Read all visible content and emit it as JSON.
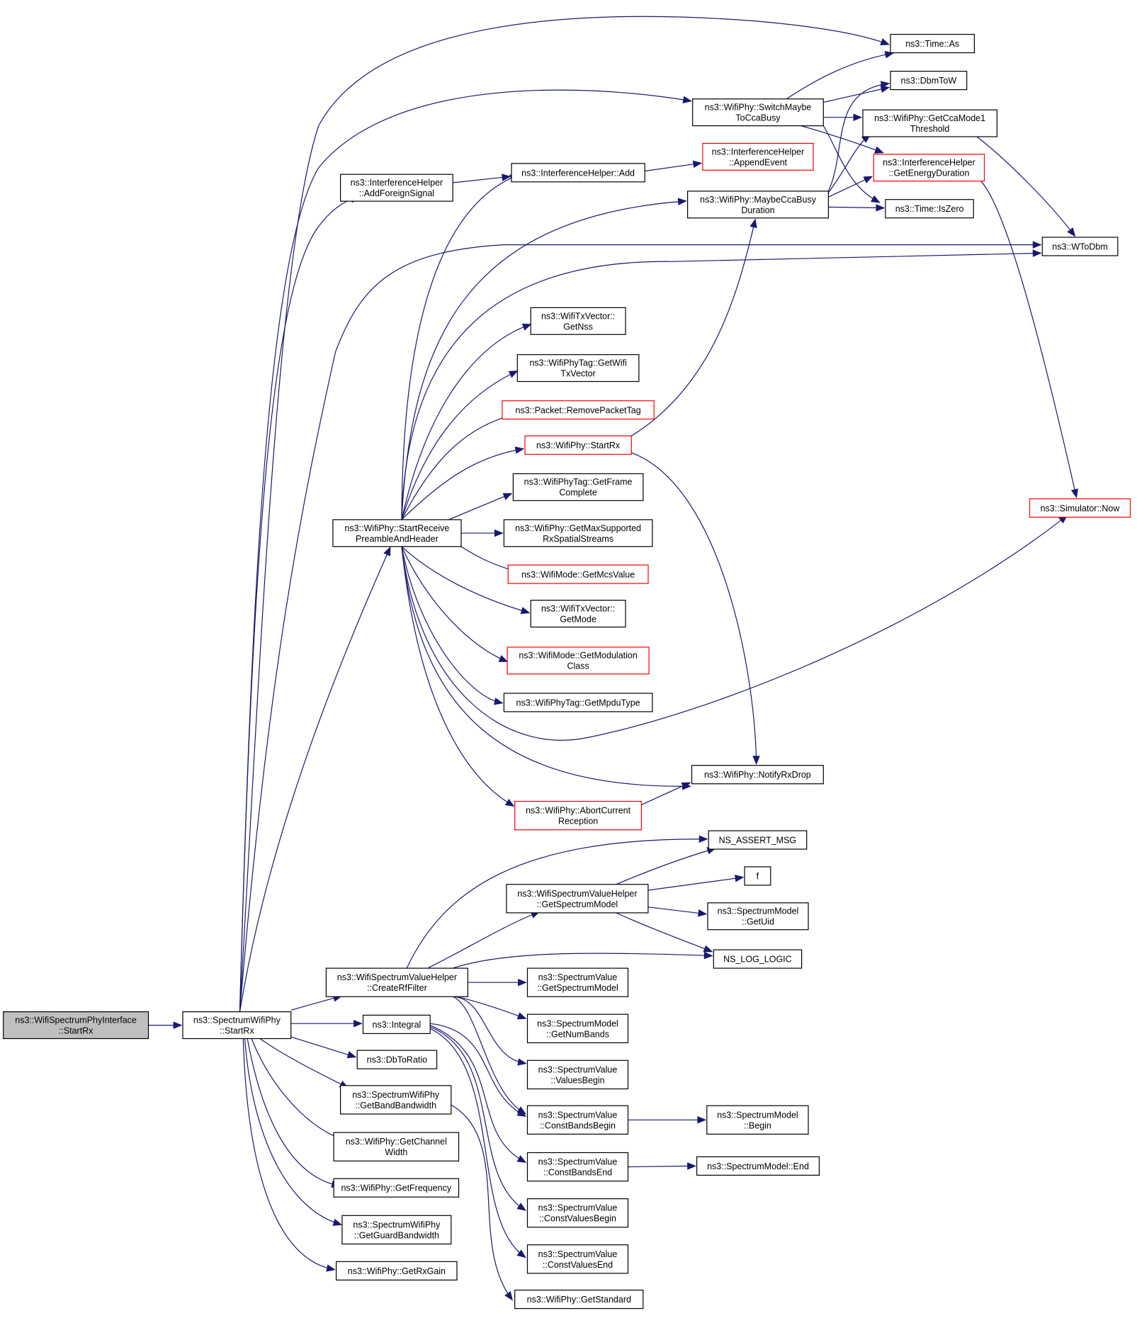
{
  "colors": {
    "edge": "#191970",
    "border": "#000000",
    "border_red": "#ff0000",
    "fill": "#ffffff",
    "fill_root": "#bfbfbf"
  },
  "nodes": [
    {
      "id": "root",
      "lines": [
        "ns3::WifiSpectrumPhyInterface",
        "::StartRx"
      ],
      "style": "root"
    },
    {
      "id": "swp_startrx",
      "lines": [
        "ns3::SpectrumWifiPhy",
        "::StartRx"
      ],
      "style": "normal"
    },
    {
      "id": "time_as",
      "lines": [
        "ns3::Time::As"
      ],
      "style": "normal"
    },
    {
      "id": "dbmtow",
      "lines": [
        "ns3::DbmToW"
      ],
      "style": "normal"
    },
    {
      "id": "switchmaybe",
      "lines": [
        "ns3::WifiPhy::SwitchMaybe",
        "ToCcaBusy"
      ],
      "style": "normal"
    },
    {
      "id": "getccamode",
      "lines": [
        "ns3::WifiPhy::GetCcaMode1",
        "Threshold"
      ],
      "style": "normal"
    },
    {
      "id": "appendevent",
      "lines": [
        "ns3::InterferenceHelper",
        "::AppendEvent"
      ],
      "style": "red"
    },
    {
      "id": "getenergy",
      "lines": [
        "ns3::InterferenceHelper",
        "::GetEnergyDuration"
      ],
      "style": "red"
    },
    {
      "id": "addforeign",
      "lines": [
        "ns3::InterferenceHelper",
        "::AddForeignSignal"
      ],
      "style": "normal"
    },
    {
      "id": "ih_add",
      "lines": [
        "ns3::InterferenceHelper::Add"
      ],
      "style": "normal"
    },
    {
      "id": "maybecca",
      "lines": [
        "ns3::WifiPhy::MaybeCcaBusy",
        "Duration"
      ],
      "style": "normal"
    },
    {
      "id": "iszero",
      "lines": [
        "ns3::Time::IsZero"
      ],
      "style": "normal"
    },
    {
      "id": "wtodbm",
      "lines": [
        "ns3::WToDbm"
      ],
      "style": "normal"
    },
    {
      "id": "getnss",
      "lines": [
        "ns3::WifiTxVector::",
        "GetNss"
      ],
      "style": "normal"
    },
    {
      "id": "getwifitx",
      "lines": [
        "ns3::WifiPhyTag::GetWifi",
        "TxVector"
      ],
      "style": "normal"
    },
    {
      "id": "removetag",
      "lines": [
        "ns3::Packet::RemovePacketTag"
      ],
      "style": "red"
    },
    {
      "id": "wp_startrx",
      "lines": [
        "ns3::WifiPhy::StartRx"
      ],
      "style": "red"
    },
    {
      "id": "getframe",
      "lines": [
        "ns3::WifiPhyTag::GetFrame",
        "Complete"
      ],
      "style": "normal"
    },
    {
      "id": "startreceive",
      "lines": [
        "ns3::WifiPhy::StartReceive",
        "PreambleAndHeader"
      ],
      "style": "normal"
    },
    {
      "id": "getmaxsup",
      "lines": [
        "ns3::WifiPhy::GetMaxSupported",
        "RxSpatialStreams"
      ],
      "style": "normal"
    },
    {
      "id": "getmcs",
      "lines": [
        "ns3::WifiMode::GetMcsValue"
      ],
      "style": "red"
    },
    {
      "id": "getmode",
      "lines": [
        "ns3::WifiTxVector::",
        "GetMode"
      ],
      "style": "normal"
    },
    {
      "id": "getmodclass",
      "lines": [
        "ns3::WifiMode::GetModulation",
        "Class"
      ],
      "style": "red"
    },
    {
      "id": "getmpdu",
      "lines": [
        "ns3::WifiPhyTag::GetMpduType"
      ],
      "style": "normal"
    },
    {
      "id": "simnow",
      "lines": [
        "ns3::Simulator::Now"
      ],
      "style": "red"
    },
    {
      "id": "notifydrop",
      "lines": [
        "ns3::WifiPhy::NotifyRxDrop"
      ],
      "style": "normal"
    },
    {
      "id": "abortcur",
      "lines": [
        "ns3::WifiPhy::AbortCurrent",
        "Reception"
      ],
      "style": "red"
    },
    {
      "id": "nsassert",
      "lines": [
        "NS_ASSERT_MSG"
      ],
      "style": "normal"
    },
    {
      "id": "f",
      "lines": [
        "f"
      ],
      "style": "normal"
    },
    {
      "id": "wsvh_getmodel",
      "lines": [
        "ns3::WifiSpectrumValueHelper",
        "::GetSpectrumModel"
      ],
      "style": "normal"
    },
    {
      "id": "sm_getuid",
      "lines": [
        "ns3::SpectrumModel",
        "::GetUid"
      ],
      "style": "normal"
    },
    {
      "id": "nslog",
      "lines": [
        "NS_LOG_LOGIC"
      ],
      "style": "normal"
    },
    {
      "id": "createrf",
      "lines": [
        "ns3::WifiSpectrumValueHelper",
        "::CreateRfFilter"
      ],
      "style": "normal"
    },
    {
      "id": "sv_getmodel",
      "lines": [
        "ns3::SpectrumValue",
        "::GetSpectrumModel"
      ],
      "style": "normal"
    },
    {
      "id": "integral",
      "lines": [
        "ns3::Integral"
      ],
      "style": "normal"
    },
    {
      "id": "getnumbands",
      "lines": [
        "ns3::SpectrumModel",
        "::GetNumBands"
      ],
      "style": "normal"
    },
    {
      "id": "dbtoratio",
      "lines": [
        "ns3::DbToRatio"
      ],
      "style": "normal"
    },
    {
      "id": "valuesbegin",
      "lines": [
        "ns3::SpectrumValue",
        "::ValuesBegin"
      ],
      "style": "normal"
    },
    {
      "id": "getbandbw",
      "lines": [
        "ns3::SpectrumWifiPhy",
        "::GetBandBandwidth"
      ],
      "style": "normal"
    },
    {
      "id": "constbandsbegin",
      "lines": [
        "ns3::SpectrumValue",
        "::ConstBandsBegin"
      ],
      "style": "normal"
    },
    {
      "id": "sm_begin",
      "lines": [
        "ns3::SpectrumModel",
        "::Begin"
      ],
      "style": "normal"
    },
    {
      "id": "getchanw",
      "lines": [
        "ns3::WifiPhy::GetChannel",
        "Width"
      ],
      "style": "normal"
    },
    {
      "id": "constbandsend",
      "lines": [
        "ns3::SpectrumValue",
        "::ConstBandsEnd"
      ],
      "style": "normal"
    },
    {
      "id": "sm_end",
      "lines": [
        "ns3::SpectrumModel::End"
      ],
      "style": "normal"
    },
    {
      "id": "getfreq",
      "lines": [
        "ns3::WifiPhy::GetFrequency"
      ],
      "style": "normal"
    },
    {
      "id": "constvaluesbegin",
      "lines": [
        "ns3::SpectrumValue",
        "::ConstValuesBegin"
      ],
      "style": "normal"
    },
    {
      "id": "getguard",
      "lines": [
        "ns3::SpectrumWifiPhy",
        "::GetGuardBandwidth"
      ],
      "style": "normal"
    },
    {
      "id": "constvaluesend",
      "lines": [
        "ns3::SpectrumValue",
        "::ConstValuesEnd"
      ],
      "style": "normal"
    },
    {
      "id": "getrxgain",
      "lines": [
        "ns3::WifiPhy::GetRxGain"
      ],
      "style": "normal"
    },
    {
      "id": "getstandard",
      "lines": [
        "ns3::WifiPhy::GetStandard"
      ],
      "style": "normal"
    }
  ],
  "edges": [
    [
      "root",
      "swp_startrx"
    ],
    [
      "swp_startrx",
      "time_as"
    ],
    [
      "swp_startrx",
      "switchmaybe"
    ],
    [
      "swp_startrx",
      "addforeign"
    ],
    [
      "swp_startrx",
      "wtodbm"
    ],
    [
      "swp_startrx",
      "startreceive"
    ],
    [
      "swp_startrx",
      "createrf"
    ],
    [
      "swp_startrx",
      "integral"
    ],
    [
      "swp_startrx",
      "dbtoratio"
    ],
    [
      "swp_startrx",
      "getbandbw"
    ],
    [
      "swp_startrx",
      "getchanw"
    ],
    [
      "swp_startrx",
      "getfreq"
    ],
    [
      "swp_startrx",
      "getguard"
    ],
    [
      "swp_startrx",
      "getrxgain"
    ],
    [
      "switchmaybe",
      "time_as"
    ],
    [
      "switchmaybe",
      "dbmtow"
    ],
    [
      "switchmaybe",
      "getccamode"
    ],
    [
      "switchmaybe",
      "getenergy"
    ],
    [
      "switchmaybe",
      "iszero"
    ],
    [
      "addforeign",
      "ih_add"
    ],
    [
      "ih_add",
      "appendevent"
    ],
    [
      "maybecca",
      "dbmtow"
    ],
    [
      "maybecca",
      "getccamode"
    ],
    [
      "maybecca",
      "getenergy"
    ],
    [
      "maybecca",
      "iszero"
    ],
    [
      "getccamode",
      "wtodbm"
    ],
    [
      "getenergy",
      "simnow"
    ],
    [
      "startreceive",
      "ih_add"
    ],
    [
      "startreceive",
      "maybecca"
    ],
    [
      "startreceive",
      "wtodbm"
    ],
    [
      "startreceive",
      "getnss"
    ],
    [
      "startreceive",
      "getwifitx"
    ],
    [
      "startreceive",
      "removetag"
    ],
    [
      "startreceive",
      "wp_startrx"
    ],
    [
      "startreceive",
      "getframe"
    ],
    [
      "startreceive",
      "getmaxsup"
    ],
    [
      "startreceive",
      "getmcs"
    ],
    [
      "startreceive",
      "getmode"
    ],
    [
      "startreceive",
      "getmodclass"
    ],
    [
      "startreceive",
      "getmpdu"
    ],
    [
      "startreceive",
      "simnow"
    ],
    [
      "startreceive",
      "notifydrop"
    ],
    [
      "startreceive",
      "abortcur"
    ],
    [
      "wp_startrx",
      "maybecca"
    ],
    [
      "wp_startrx",
      "notifydrop"
    ],
    [
      "abortcur",
      "notifydrop"
    ],
    [
      "createrf",
      "nsassert"
    ],
    [
      "createrf",
      "wsvh_getmodel"
    ],
    [
      "createrf",
      "nslog"
    ],
    [
      "createrf",
      "sv_getmodel"
    ],
    [
      "createrf",
      "getnumbands"
    ],
    [
      "createrf",
      "valuesbegin"
    ],
    [
      "createrf",
      "constbandsbegin"
    ],
    [
      "wsvh_getmodel",
      "nsassert"
    ],
    [
      "wsvh_getmodel",
      "f"
    ],
    [
      "wsvh_getmodel",
      "sm_getuid"
    ],
    [
      "wsvh_getmodel",
      "nslog"
    ],
    [
      "integral",
      "constbandsbegin"
    ],
    [
      "integral",
      "constbandsend"
    ],
    [
      "integral",
      "constvaluesbegin"
    ],
    [
      "integral",
      "constvaluesend"
    ],
    [
      "constbandsbegin",
      "sm_begin"
    ],
    [
      "constbandsend",
      "sm_end"
    ],
    [
      "getbandbw",
      "getstandard"
    ]
  ]
}
